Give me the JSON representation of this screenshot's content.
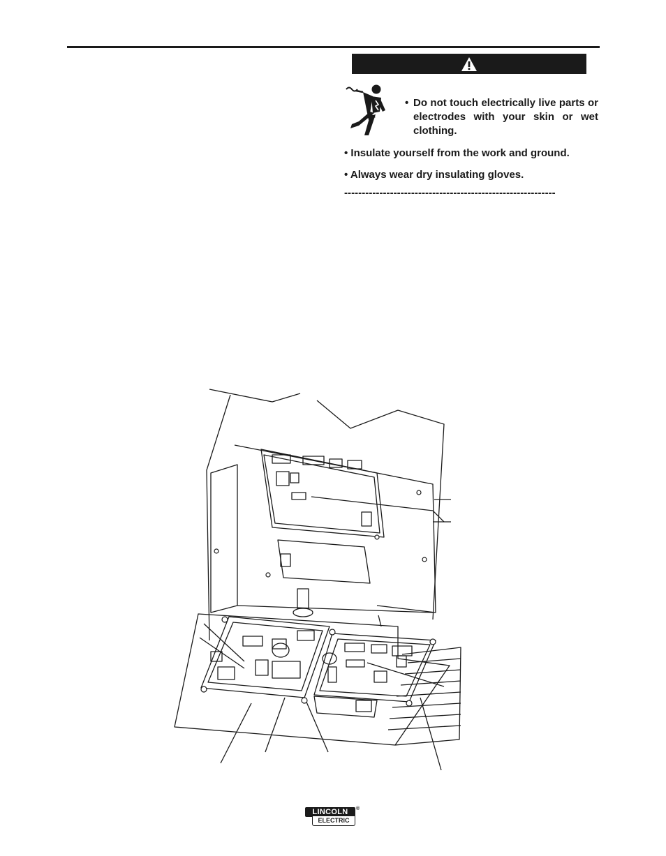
{
  "warning": {
    "items": [
      "Do not touch electrically live parts or electrodes with your skin or wet clothing.",
      "Insulate yourself from the work and ground.",
      "Always wear dry insulating gloves."
    ],
    "separator": "------------------------------------------------------------"
  },
  "icons": {
    "warning_triangle": "warning-triangle-icon",
    "shock_hazard": "electric-shock-hazard-icon"
  },
  "footer": {
    "logo_top": "LINCOLN",
    "logo_bottom": "ELECTRIC",
    "logo_mark": "®"
  }
}
